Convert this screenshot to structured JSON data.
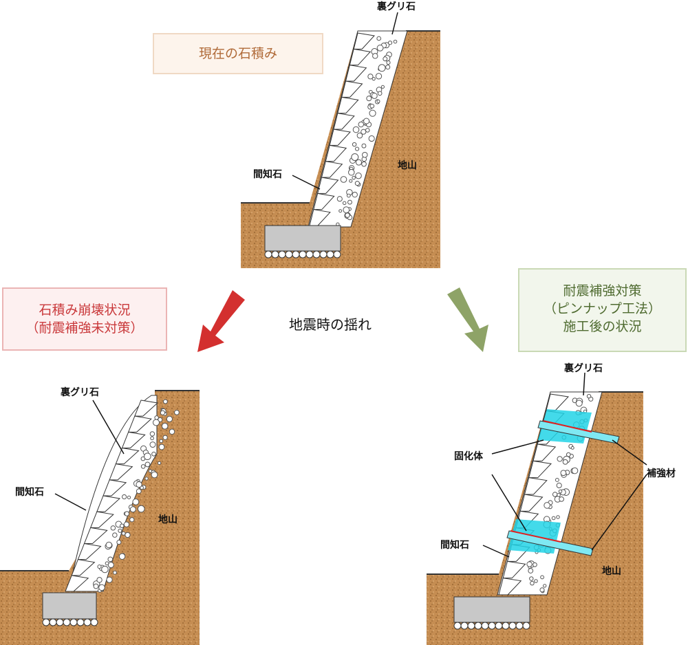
{
  "boxes": {
    "current": "現在の石積み",
    "collapse_line1": "石積み崩壊状況",
    "collapse_line2": "（耐震補強未対策）",
    "measure_line1": "耐震補強対策",
    "measure_line2": "（ピンナップ工法）",
    "measure_line3": "施工後の状況"
  },
  "center_label": "地震時の揺れ",
  "labels": {
    "top": {
      "backfill": "裏グリ石",
      "stone": "間知石",
      "ground": "地山"
    },
    "left": {
      "backfill": "裏グリ石",
      "stone": "間知石",
      "ground": "地山"
    },
    "right": {
      "backfill": "裏グリ石",
      "solidified": "固化体",
      "reinforcement": "補強材",
      "stone": "間知石",
      "ground": "地山"
    }
  },
  "colors": {
    "earth": "#c58d52",
    "red_arrow": "#d3302f",
    "green_arrow": "#8ea367",
    "cyan": "#22d3e6"
  }
}
